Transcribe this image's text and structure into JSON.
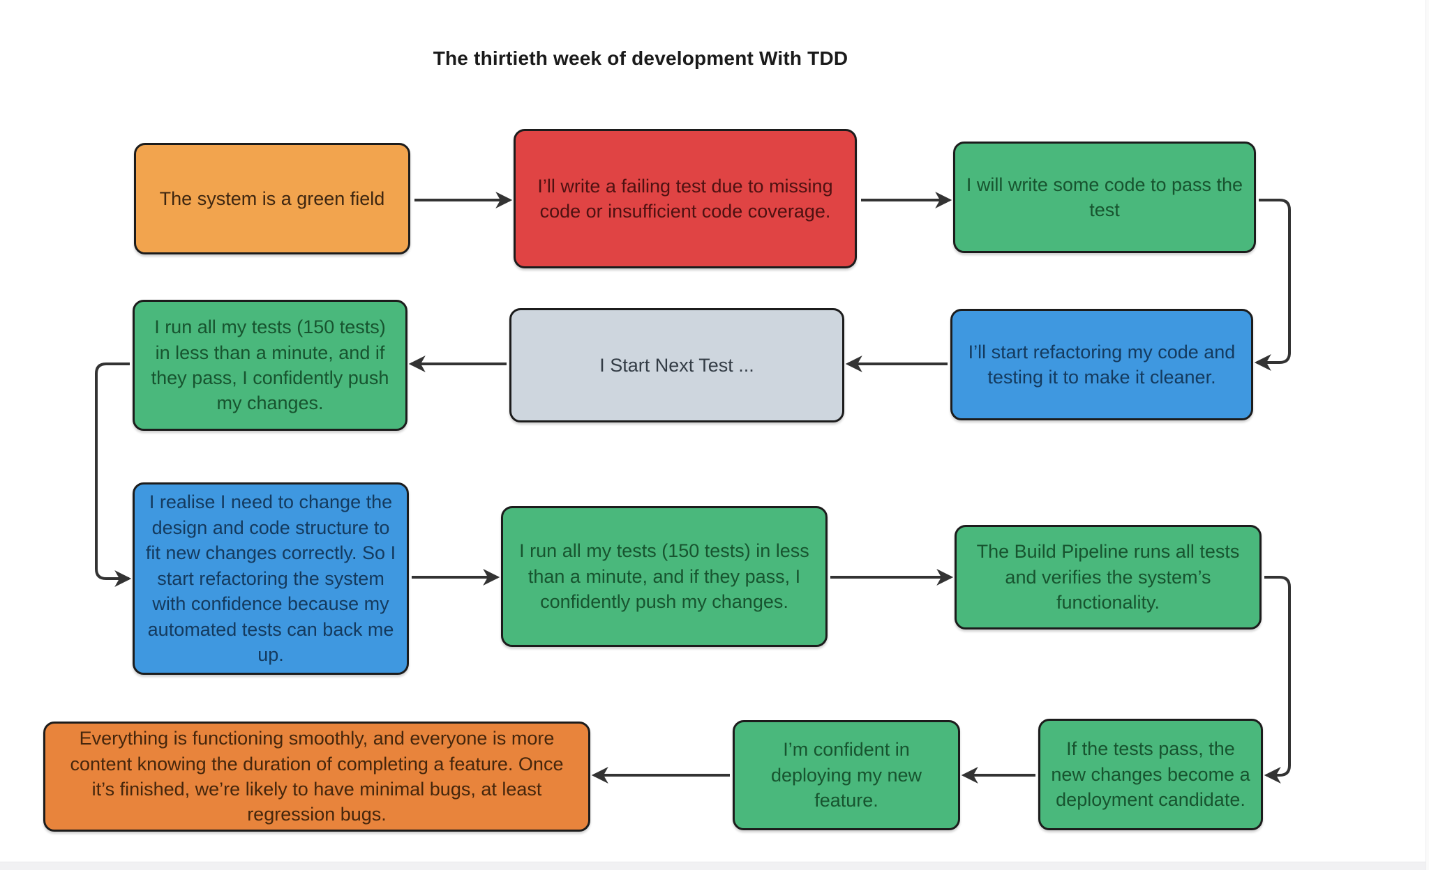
{
  "title": "The thirtieth week of development With TDD",
  "palette": {
    "orange": "#F2A44E",
    "red": "#E04444",
    "green": "#4AB87C",
    "gray": "#CED6DE",
    "blue": "#3F98E0",
    "dark_orange": "#E8843C",
    "node_border": "#1C1C1C",
    "arrow": "#333333",
    "background": "#FFFFFF",
    "title_color": "#1A1A1A"
  },
  "nodes": {
    "green_field": {
      "text": "The system is a green field",
      "fill": "#F2A44E",
      "text_color": "#3E2610"
    },
    "failing_test": {
      "text": "I’ll write a failing test due to missing code or insufficient code coverage.",
      "fill": "#E04444",
      "text_color": "#4E1111"
    },
    "pass_code": {
      "text": "I will write some code to pass the test",
      "fill": "#4AB87C",
      "text_color": "#17542F"
    },
    "run_tests_first": {
      "text": "I run all my tests (150 tests)  in less than a minute, and if they pass, I confidently push my changes.",
      "fill": "#4AB87C",
      "text_color": "#17542F"
    },
    "next_test": {
      "text": "I Start Next Test ...",
      "fill": "#CED6DE",
      "text_color": "#333C45"
    },
    "refactor_code": {
      "text": "I’ll start refactoring my code and testing it to make it cleaner.",
      "fill": "#3F98E0",
      "text_color": "#143A5E"
    },
    "change_design": {
      "text": "I realise I need to change the design and code structure to fit new changes correctly. So I start refactoring the system with confidence because my automated tests can back me up.",
      "fill": "#3F98E0",
      "text_color": "#143A5E"
    },
    "run_tests_second": {
      "text": "I run all my tests (150 tests)  in less than a minute, and if they pass, I confidently push my changes.",
      "fill": "#4AB87C",
      "text_color": "#17542F"
    },
    "build_pipeline": {
      "text": "The Build Pipeline runs all tests and verifies the system’s functionality.",
      "fill": "#4AB87C",
      "text_color": "#17542F"
    },
    "deployment_candidate": {
      "text": "If the tests pass, the new changes become a deployment candidate.",
      "fill": "#4AB87C",
      "text_color": "#17542F"
    },
    "confident_deploy": {
      "text": "I’m confident in deploying my new feature.",
      "fill": "#4AB87C",
      "text_color": "#17542F"
    },
    "smooth_operation": {
      "text": "Everything is functioning smoothly, and everyone is more content knowing the duration of completing a feature. Once it’s finished, we’re likely to have minimal bugs, at least regression bugs.",
      "fill": "#E8843C",
      "text_color": "#45260C"
    }
  },
  "edges": [
    {
      "from": "green_field",
      "to": "failing_test"
    },
    {
      "from": "failing_test",
      "to": "pass_code"
    },
    {
      "from": "pass_code",
      "to": "refactor_code"
    },
    {
      "from": "refactor_code",
      "to": "next_test"
    },
    {
      "from": "next_test",
      "to": "run_tests_first"
    },
    {
      "from": "run_tests_first",
      "to": "change_design"
    },
    {
      "from": "change_design",
      "to": "run_tests_second"
    },
    {
      "from": "run_tests_second",
      "to": "build_pipeline"
    },
    {
      "from": "build_pipeline",
      "to": "deployment_candidate"
    },
    {
      "from": "deployment_candidate",
      "to": "confident_deploy"
    },
    {
      "from": "confident_deploy",
      "to": "smooth_operation"
    }
  ]
}
